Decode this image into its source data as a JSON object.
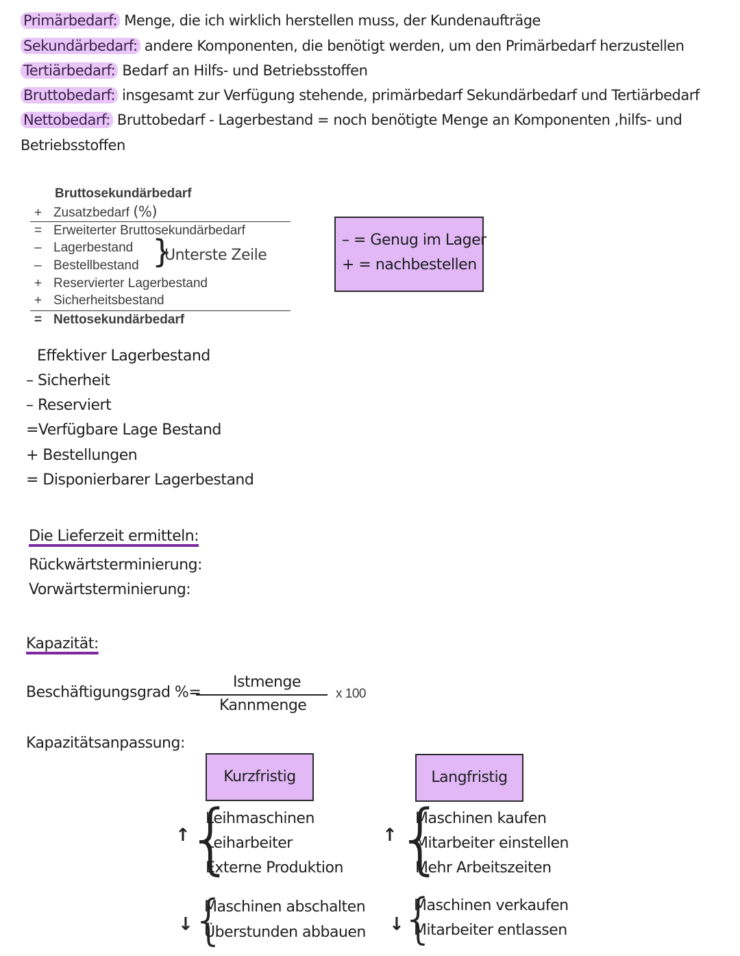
{
  "definitions": [
    {
      "term": "Primärbedarf:",
      "text": " Menge, die ich wirklich herstellen muss, der Kundenaufträge"
    },
    {
      "term": "Sekundärbedarf:",
      "text": " andere Komponenten, die benötigt werden, um den Primärbedarf herzustellen"
    },
    {
      "term": "Tertiärbedarf:",
      "text": " Bedarf an Hilfs- und Betriebsstoffen"
    },
    {
      "term": "Bruttobedarf:",
      "text": " insgesamt zur Verfügung stehende, primärbedarf Sekundärbedarf und Tertiärbedarf"
    },
    {
      "term": "Nettobedarf:",
      "text": " Bruttobedarf - Lagerbestand = noch benötigte Menge an Komponenten ,hilfs- und"
    }
  ],
  "definitions_continuation": "Betriebsstoffen",
  "scheme": {
    "head": "Bruttosekundärbedarf",
    "rows": [
      {
        "op": "+",
        "label": "Zusatzbedarf"
      },
      {
        "op": "=",
        "label": "Erweiterter Bruttosekundärbedarf"
      },
      {
        "op": "–",
        "label": "Lagerbestand"
      },
      {
        "op": "–",
        "label": "Bestellbestand"
      },
      {
        "op": "+",
        "label": "Reservierter Lagerbestand"
      },
      {
        "op": "+",
        "label": "Sicherheitsbestand"
      },
      {
        "op": "=",
        "label": "Nettosekundärbedarf"
      }
    ],
    "zusatz_note": "(%)",
    "bracket_note": "Unterste Zeile"
  },
  "legend_box": {
    "line1": "– = Genug im Lager",
    "line2": "+ = nachbestellen"
  },
  "lager_calc": [
    "Effektiver Lagerbestand",
    "– Sicherheit",
    "– Reserviert",
    "=Verfügbare Lage Bestand",
    "+ Bestellungen",
    "= Disponierbarer Lagerbestand"
  ],
  "lieferzeit": {
    "heading": "Die Lieferzeit ermitteln:",
    "items": [
      "Rückwärtsterminierung:",
      "Vorwärtsterminierung:"
    ]
  },
  "kapazitaet": {
    "heading": "Kapazität:",
    "formula_label": "Beschäftigungsgrad %=",
    "numerator": "Istmenge",
    "denominator": "Kannmenge",
    "factor": "x 100",
    "anpassung_label": "Kapazitätsanpassung:"
  },
  "kurzfristig": {
    "title": "Kurzfristig",
    "up": [
      "Leihmaschinen",
      "Leiharbeiter",
      "Externe Produktion"
    ],
    "down": [
      "Maschinen abschalten",
      "Überstunden abbauen"
    ]
  },
  "langfristig": {
    "title": "Langfristig",
    "up": [
      "Maschinen kaufen",
      "Mitarbeiter einstellen",
      "Mehr Arbeitszeiten"
    ],
    "down": [
      "Maschinen verkaufen",
      "Mitarbeiter entlassen"
    ]
  },
  "colors": {
    "highlight": "#e9c6f7",
    "box": "#e2b8f7",
    "underline": "#7b2aa0"
  }
}
